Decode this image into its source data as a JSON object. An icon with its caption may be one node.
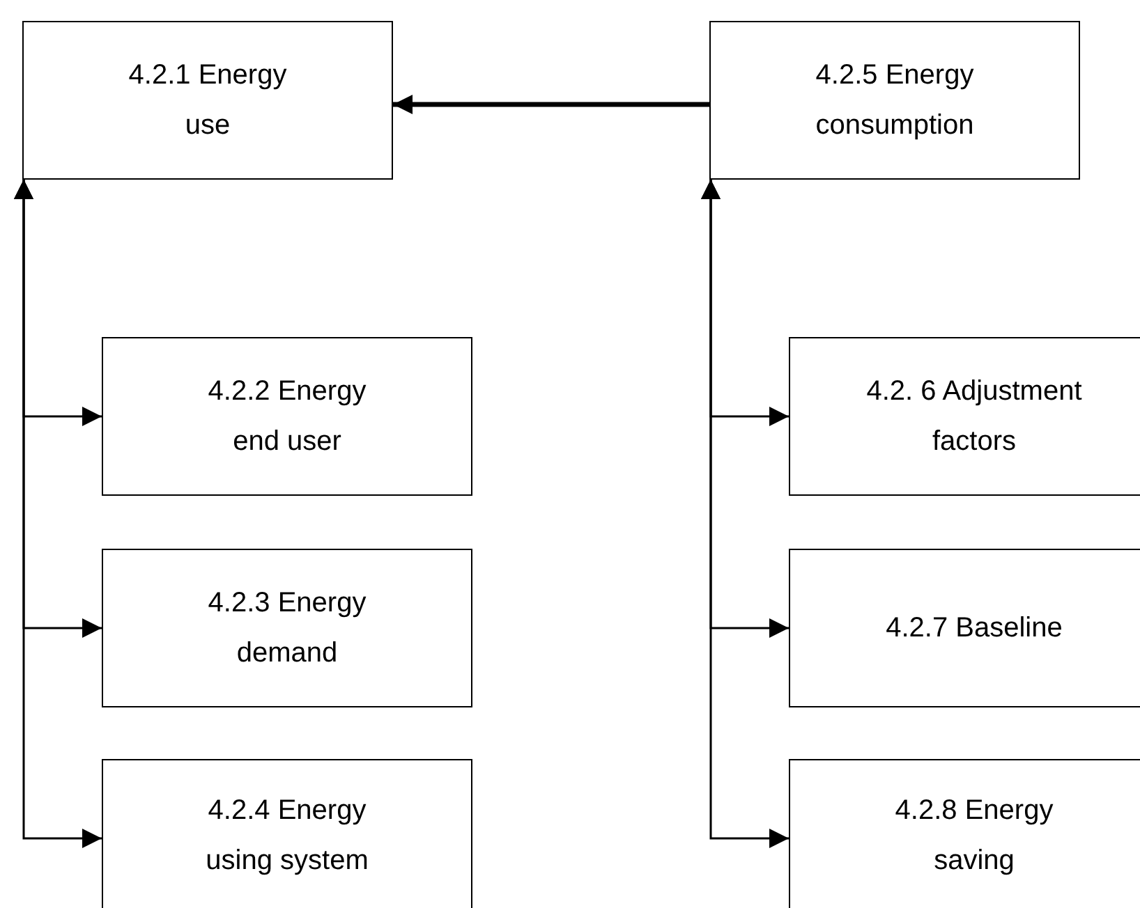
{
  "diagram": {
    "nodes": [
      {
        "text": [
          "4.2.1 Energy use"
        ]
      },
      {
        "text": [
          "4.2.2 Energy end user"
        ]
      },
      {
        "text": [
          "4.2.3 Energy demand"
        ]
      },
      {
        "text": [
          "4.2.4 Energy using system"
        ]
      },
      {
        "text": [
          "4.2.5 Energy consumption"
        ]
      },
      {
        "text": [
          "4.2. 6 Adjustment factors"
        ]
      },
      {
        "text": [
          "4.2.7 Baseline"
        ]
      },
      {
        "text": [
          "4.2.8 Energy saving"
        ]
      }
    ],
    "edges": [
      {
        "from": 4,
        "to": 0,
        "arrow": "to",
        "style": "thick"
      },
      {
        "from": 0,
        "to": 1,
        "arrow": "both"
      },
      {
        "from": 0,
        "to": 2,
        "arrow": "both"
      },
      {
        "from": 0,
        "to": 3,
        "arrow": "both"
      },
      {
        "from": 4,
        "to": 5,
        "arrow": "both"
      },
      {
        "from": 4,
        "to": 6,
        "arrow": "both"
      },
      {
        "from": 4,
        "to": 7,
        "arrow": "both"
      }
    ]
  }
}
